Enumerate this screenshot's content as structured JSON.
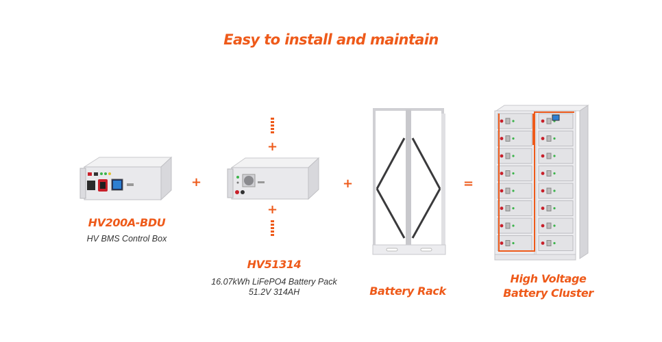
{
  "title": "Easy to install and maintain",
  "operators": {
    "plus": "+",
    "equals": "="
  },
  "products": [
    {
      "name": "HV200A-BDU",
      "desc_lines": [
        "HV BMS Control Box"
      ]
    },
    {
      "name": "HV51314",
      "desc_lines": [
        "16.07kWh LiFePO4 Battery Pack",
        "51.2V 314AH"
      ]
    },
    {
      "name": "Battery Rack",
      "desc_lines": []
    },
    {
      "name_lines": [
        "High Voltage",
        "Battery Cluster"
      ]
    }
  ],
  "colors": {
    "accent": "#ee5a1a",
    "text": "#333333",
    "metal": "#e4e4e6"
  }
}
